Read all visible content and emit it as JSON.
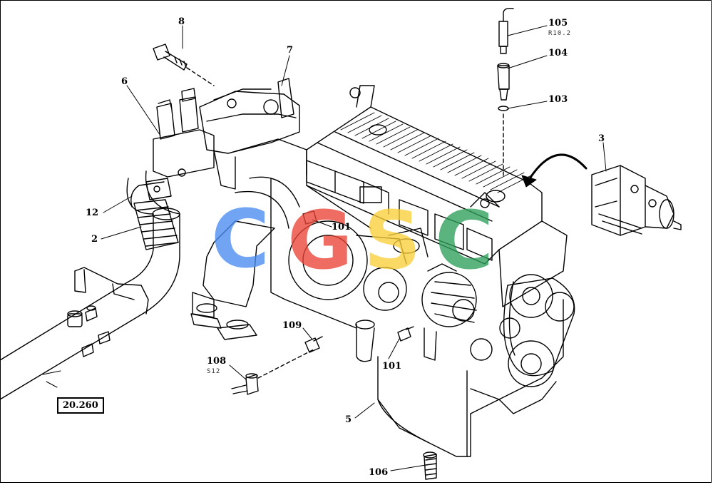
{
  "callouts": {
    "c8": "8",
    "c7": "7",
    "c6": "6",
    "c12": "12",
    "c2": "2",
    "c101a": "101",
    "c101b": "101",
    "c109": "109",
    "c108": "108",
    "c5": "5",
    "c106": "106",
    "c3": "3",
    "c105": "105",
    "c104": "104",
    "c103": "103"
  },
  "subs": {
    "r105": "R10.2",
    "r108": "S12"
  },
  "reference": "20.260",
  "watermark": {
    "letters": [
      "C",
      "G",
      "S",
      "C"
    ],
    "colors": [
      "#4a8df0",
      "#ea4335",
      "#fbcf3a",
      "#2e9e5a"
    ]
  },
  "line_color": "#000000"
}
